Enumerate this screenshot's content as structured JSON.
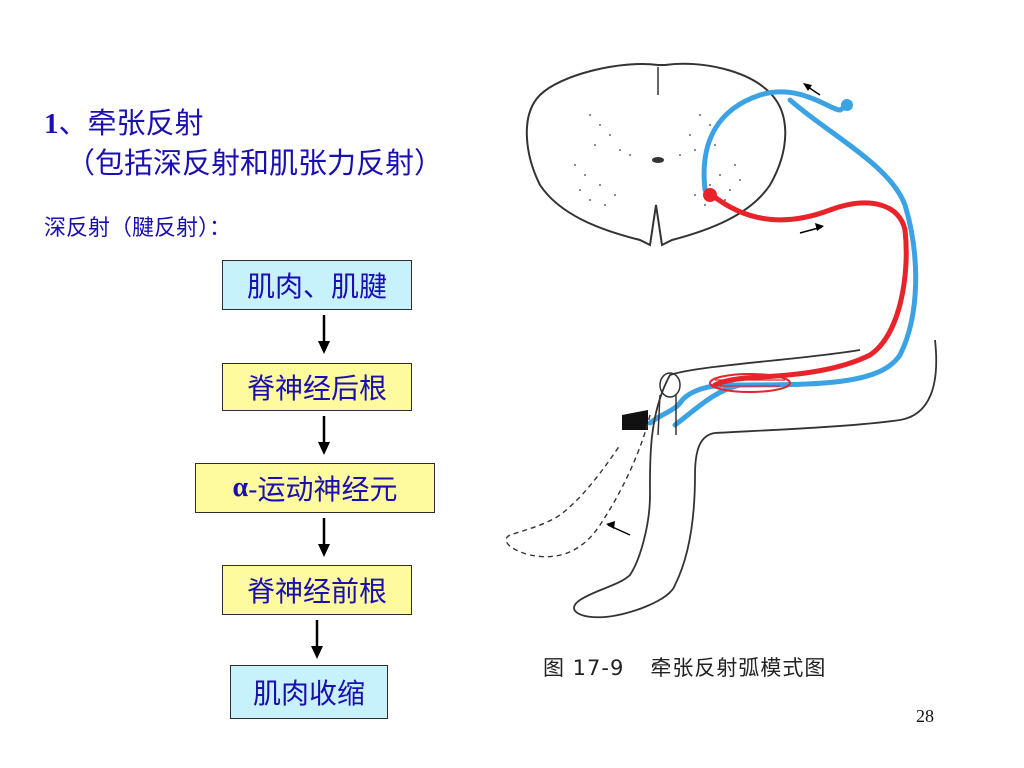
{
  "title": {
    "number": "1",
    "text": "、牵张反射"
  },
  "subtitle": "（包括深反射和肌张力反射）",
  "section_label": "深反射（腱反射）：",
  "flow": {
    "steps": [
      "肌肉、肌腱",
      "脊神经后根",
      "-运动神经元",
      "脊神经前根",
      "肌肉收缩"
    ],
    "alpha_symbol": "α"
  },
  "figure": {
    "caption_number": "图 17-9",
    "caption_text": "牵张反射弧模式图"
  },
  "page_number": "28",
  "colors": {
    "title_text": "#1a0fb0",
    "box_blue": "#c8f2fb",
    "box_yellow": "#fdfb9e",
    "afferent_fiber": "#3ba3e4",
    "efferent_fiber": "#e8232a"
  }
}
